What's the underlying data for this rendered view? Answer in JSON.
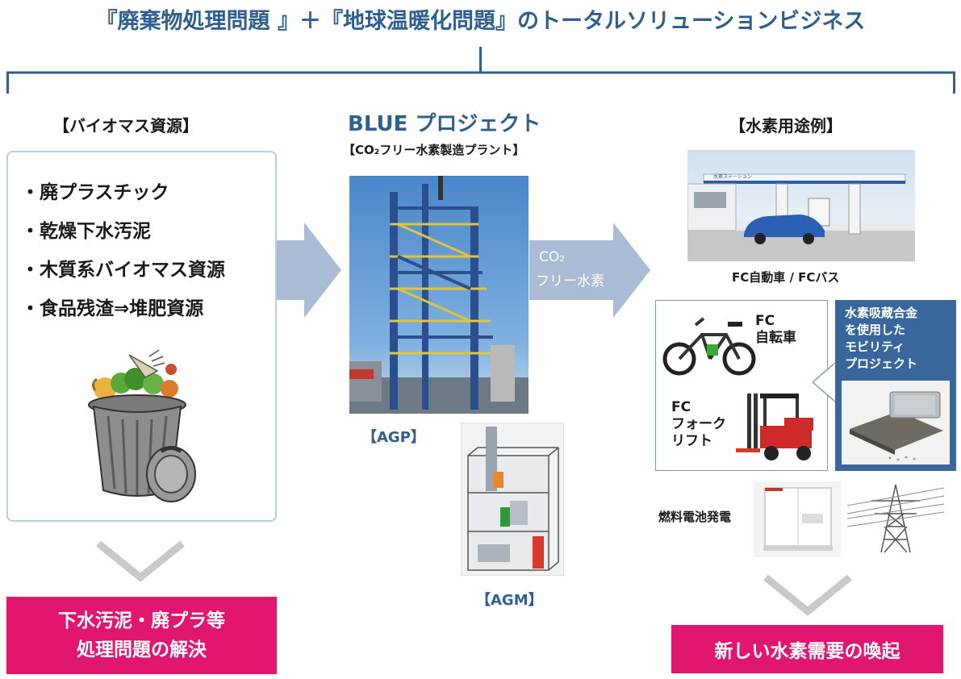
{
  "title": "『廃棄物処理問題 』＋『地球温暖化問題』のトータルソリューションビジネス",
  "biomass": {
    "heading": "【バイオマス資源】",
    "items": [
      "・廃プラスチック",
      "・乾燥下水汚泥",
      "・木質系バイオマス資源",
      "・食品残渣⇒堆肥資源"
    ],
    "result_line1": "下水汚泥・廃プラ等",
    "result_line2": "処理問題の解決"
  },
  "blue": {
    "heading": "BLUE プロジェクト",
    "subheading": "【CO₂フリー水素製造プラント】",
    "agp_label": "【AGP】",
    "agm_label": "【AGM】",
    "arrow_line1": "CO₂",
    "arrow_line2": "フリー水素"
  },
  "hydrogen": {
    "heading": "【水素用途例】",
    "station_caption": "FC自動車 / FCバス",
    "station_sign": "水素ステーション",
    "bicycle_label_1": "FC",
    "bicycle_label_2": "自転車",
    "forklift_label_1": "FC",
    "forklift_label_2": "フォーク",
    "forklift_label_3": "リフト",
    "mobility_lines": [
      "水素吸蔵合金",
      "を使用した",
      "モビリティ",
      "プロジェクト"
    ],
    "power_label": "燃料電池発電",
    "result": "新しい水素需要の喚起"
  },
  "colors": {
    "title_blue": "#2f5f8f",
    "arrow": "#a9bcd3",
    "pink": "#e0166f",
    "mobility_blue": "#3a679b"
  }
}
